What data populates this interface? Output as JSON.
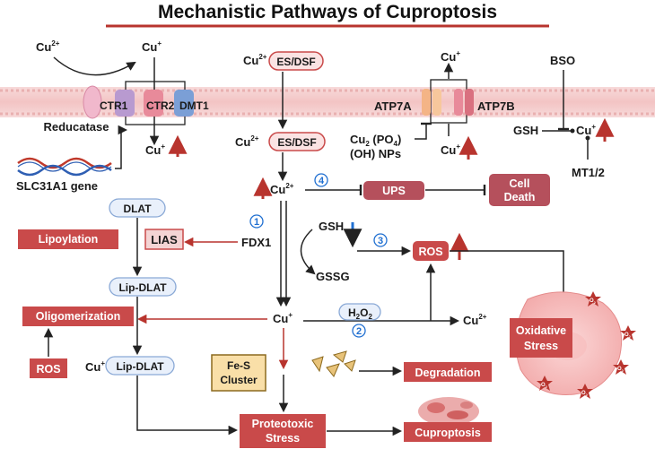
{
  "title": "Mechanistic Pathways of Cuproptosis",
  "membrane": {
    "cu2_out": "Cu",
    "cu2_out_sup": "2+",
    "cu_out": "Cu",
    "cu_out_sup": "+",
    "reducatase": "Reducatase",
    "ctr1": "CTR1",
    "ctr2": "CTR2",
    "dmt1": "DMT1",
    "cu_in": "Cu",
    "cu_in_sup": "+",
    "slc": "SLC31A1 gene",
    "es_cu": "Cu",
    "es_cu_sup": "2+",
    "es_dsf": "ES/DSF",
    "atp7a": "ATP7A",
    "atp7b": "ATP7B",
    "atp_cu_top": "Cu",
    "atp_cu_top_sup": "+",
    "atp_cu_bottom": "Cu",
    "atp_cu_bottom_sup": "+",
    "np_line1_a": "Cu",
    "np_line1_sub": "2",
    "np_line1_b": " (PO",
    "np_line1_sub2": "4",
    "np_line1_c": ")",
    "np_line2": "(OH) NPs",
    "bso": "BSO",
    "gsh": "GSH",
    "gsh_cu": "Cu",
    "gsh_cu_sup": "+",
    "mt": "MT1/2"
  },
  "cytosol": {
    "cu2_es": "Cu",
    "cu2_es_sup": "2+",
    "es_dsf2": "ES/DSF",
    "cu2_center": "Cu",
    "cu2_center_sup": "2+",
    "num4": "4",
    "ups": "UPS",
    "cell_death_1": "Cell",
    "cell_death_2": "Death",
    "dlat": "DLAT",
    "lipoylation": "Lipoylation",
    "lias": "LIAS",
    "num1": "1",
    "fdx1": "FDX1",
    "gsh": "GSH",
    "gssg": "GSSG",
    "num3": "3",
    "ros": "ROS",
    "lip_dlat": "Lip-DLAT",
    "oligomerization": "Oligomerization",
    "cu_center": "Cu",
    "cu_center_sup": "+",
    "h2o2_a": "H",
    "h2o2_sub1": "2",
    "h2o2_b": "O",
    "h2o2_sub2": "2",
    "num2": "2",
    "cu2_right": "Cu",
    "cu2_right_sup": "2+",
    "oxidative_1": "Oxidative",
    "oxidative_2": "Stress",
    "ros_left": "ROS",
    "cu_lip": "Cu",
    "cu_lip_sup": "+",
    "lip_dlat2": "Lip-DLAT",
    "fes_1": "Fe-S",
    "fes_2": "Cluster",
    "degradation": "Degradation",
    "proteotoxic_1": "Proteotoxic",
    "proteotoxic_2": "Stress",
    "cuproptosis": "Cuproptosis",
    "o2_sup": "2",
    "o2_lbl": "O"
  },
  "colors": {
    "red_box": "#c94a4a",
    "red_arrow": "#b8342e",
    "blue_arrow": "#1f6fd1",
    "pill_fill": "#e9f0fb",
    "pill_stroke": "#8aa9d6",
    "fes_fill": "#f9dfa8",
    "membrane": "#f3c9c9",
    "dark": "#222222"
  }
}
